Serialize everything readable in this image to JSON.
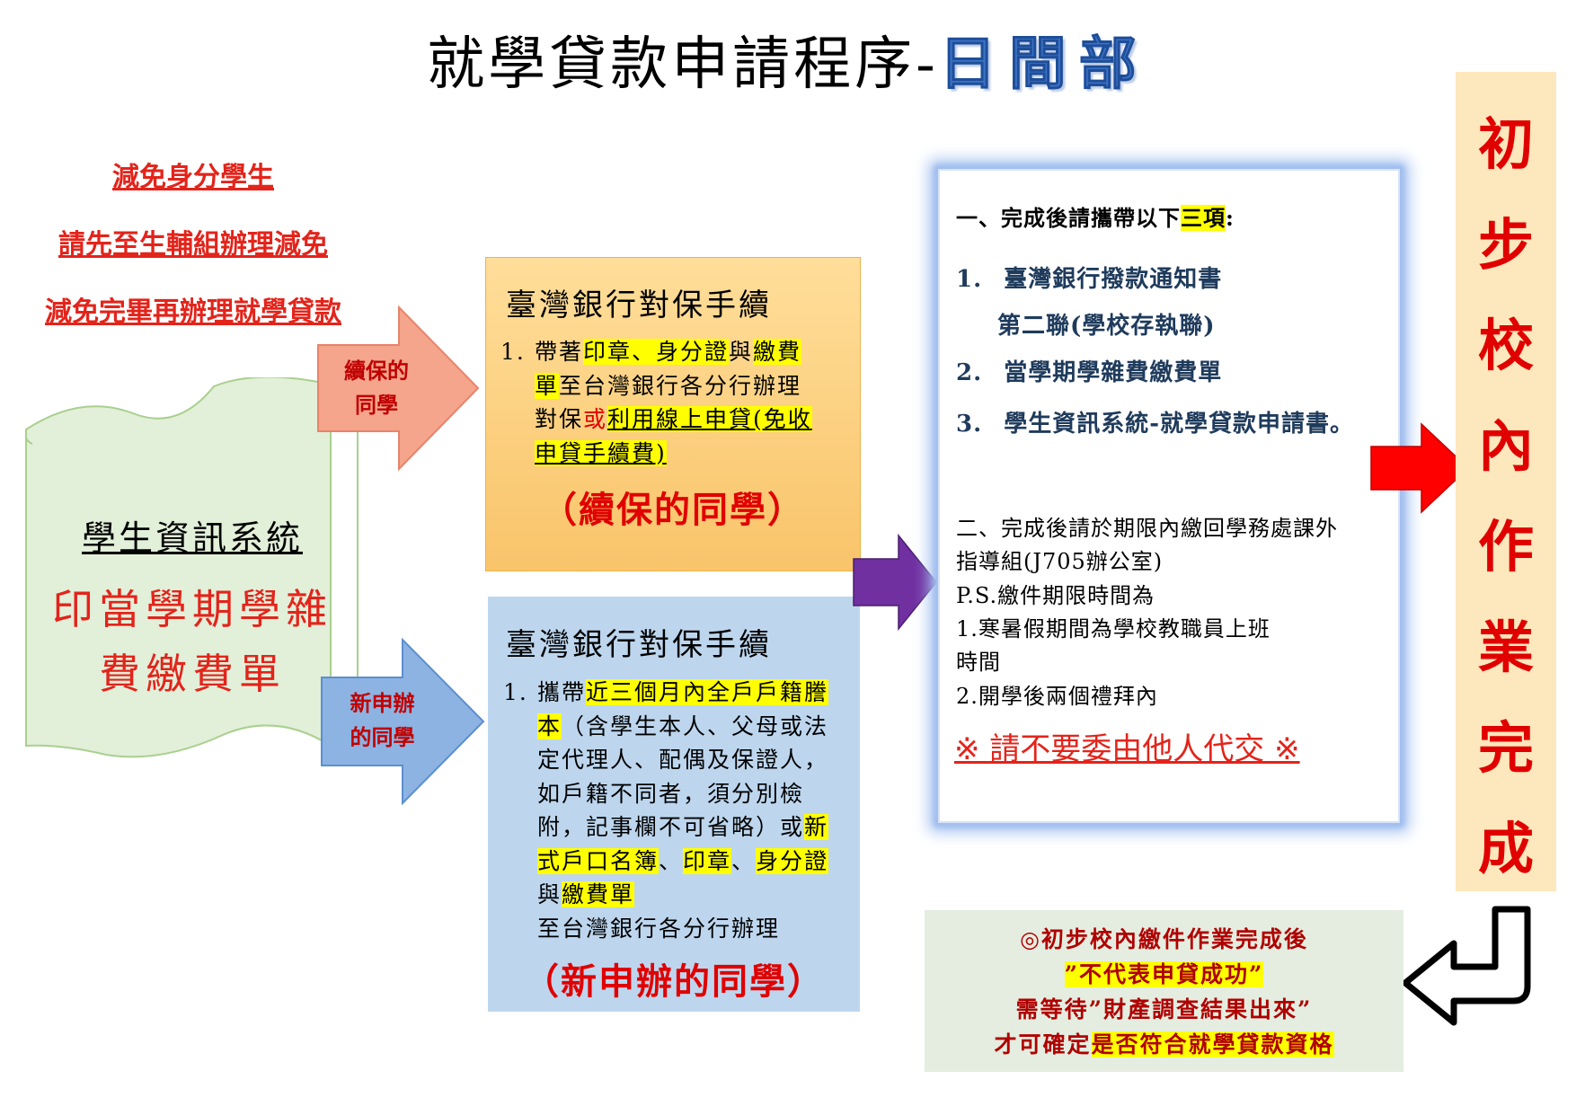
{
  "title": {
    "main": "就學貸款申請程序-",
    "sub": "日間部"
  },
  "note": {
    "line1": "減免身分學生",
    "line2": "請先至生輔組辦理減免",
    "line3": "減免完畢再辦理就學貸款"
  },
  "start": {
    "title": "學生資訊系統",
    "line1": "印當學期學雜",
    "line2": "費繳費單"
  },
  "arrows": {
    "continue": {
      "line1": "續保的",
      "line2": "同學",
      "color": "#f4a58c"
    },
    "new": {
      "line1": "新申辦",
      "line2": "的同學",
      "color": "#8db3e2"
    },
    "merge_color": "#7030a0",
    "finish_color": "#ff0000"
  },
  "continue_box": {
    "heading": "臺灣銀行對保手續",
    "num": "1.",
    "p1": "帶著",
    "hl1": "印章、身分證",
    "p2": "與",
    "hl2": "繳費",
    "hl3": "單",
    "p3": "至台灣銀行各分行辦理",
    "p4": "對保",
    "or": "或",
    "ul1": "利用線上申貸(免收",
    "ul2": "申貸手續費)",
    "footer": "（續保的同學）",
    "color": "#f9c46a"
  },
  "new_box": {
    "heading": "臺灣銀行對保手續",
    "num": "1.",
    "p1": "攜帶",
    "hl1": "近三個月內全戶戶籍謄",
    "hl2": "本",
    "p2": "（含學生本人、父母或法",
    "p3": "定代理人、配偶及保證人，",
    "p4": "如戶籍不同者，須分別檢",
    "p5": "附，記事欄不可省略）或",
    "hl3": "新",
    "hl4": "式戶口名簿",
    "s1": "、",
    "hl5": "印章",
    "s2": "、",
    "hl6": "身分證",
    "p6": "與",
    "hl7": "繳費單",
    "p7": "至台灣銀行各分行辦理",
    "footer": "（新申辦的同學）",
    "color": "#bdd6ee"
  },
  "requirements": {
    "head_pre": "一、完成後請攜帶以下",
    "head_hl": "三項",
    "head_post": ":",
    "items": [
      {
        "num": "1.",
        "text": "臺灣銀行撥款通知書"
      },
      {
        "num": "",
        "text": "第二聯(學校存執聯)"
      },
      {
        "num": "2.",
        "text": "當學期學雜費繳費單"
      },
      {
        "num": "3.",
        "text": "學生資訊系統-就學貸款申請書。"
      }
    ],
    "sec2_l1": "二、完成後請於期限內繳回學務處課外",
    "sec2_l2": "指導組(J705辦公室)",
    "ps": "P.S.繳件期限時間為",
    "ps1a": "1.寒暑假期間為學校教職員上班",
    "ps1b": "時間",
    "ps2": "2.開學後兩個禮拜內",
    "warning": "※ 請不要委由他人代交 ※"
  },
  "banner": {
    "text": "初步校內作業完成",
    "color": "#fde7bc"
  },
  "final_note": {
    "line1": "◎初步校內繳件作業完成後",
    "line2": "”不代表申貸成功”",
    "line3": "需等待”財產調查結果出來”",
    "line4_pre": "才可確定",
    "line4_hl": "是否符合就學貸款資格",
    "color": "#e4ede0"
  }
}
